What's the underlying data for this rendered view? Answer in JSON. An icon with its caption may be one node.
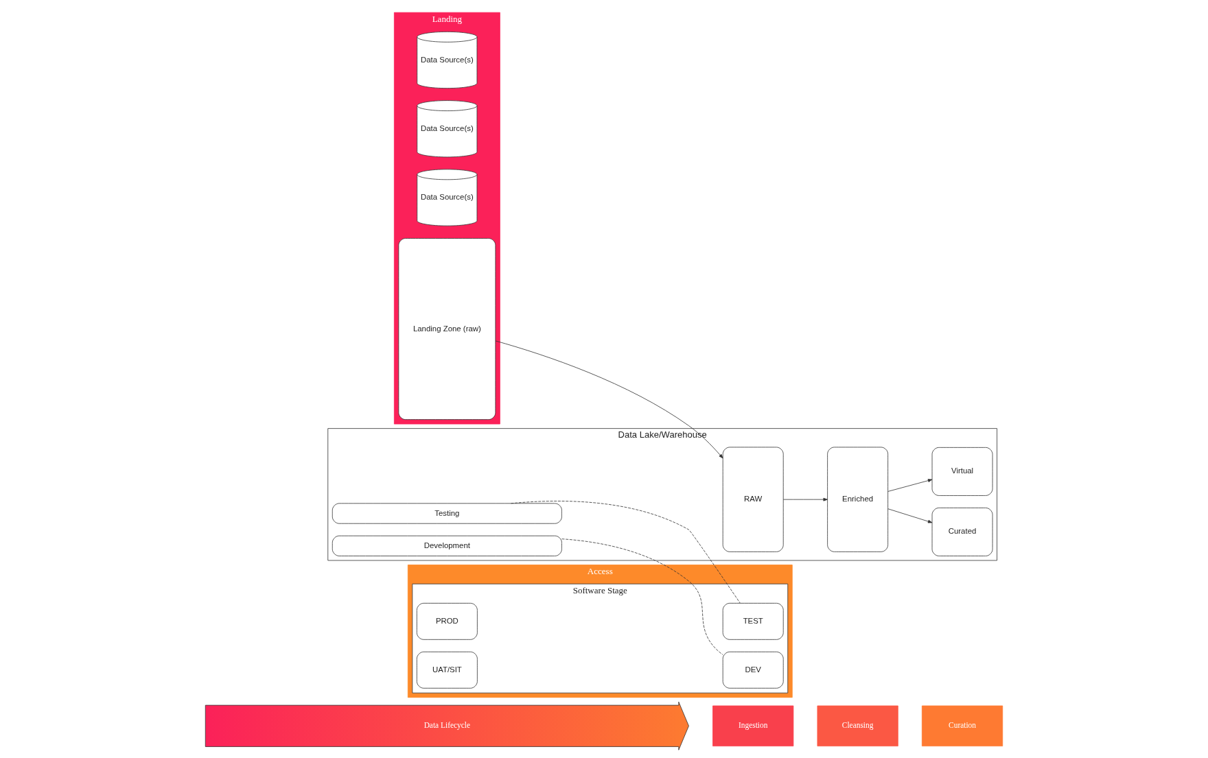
{
  "diagram": {
    "nodes": [
      {
        "text": [
          "Data Lifecycle"
        ]
      },
      {
        "text": [
          "Landing"
        ]
      },
      {
        "text": [
          "Data Source(s)"
        ],
        "in": 1
      },
      {
        "text": [
          "Data Source(s)"
        ],
        "in": 1
      },
      {
        "text": [
          "Data Source(s)"
        ],
        "in": 1
      },
      {
        "text": [
          "Landing Zone (raw)"
        ],
        "in": 1
      },
      {
        "text": [
          "Ingestion"
        ]
      },
      {
        "text": [
          "Cleansing"
        ]
      },
      {
        "text": [
          "Curation"
        ]
      },
      {
        "text": [
          "Data Lake/Warehouse"
        ]
      },
      {
        "text": [
          "RAW"
        ],
        "in": 9
      },
      {
        "text": [
          "Enriched"
        ],
        "in": 9
      },
      {
        "text": [
          "Curated"
        ],
        "in": 9
      },
      {
        "text": [
          "Virtual"
        ],
        "in": 9
      },
      {
        "text": [
          "Testing"
        ],
        "in": 9
      },
      {
        "text": [
          "Development"
        ],
        "in": 9
      },
      {
        "text": [
          "Access"
        ]
      },
      {
        "text": [
          "Software Stage"
        ],
        "in": 16
      },
      {
        "text": [
          "PROD"
        ],
        "in": 17
      },
      {
        "text": [
          "UAT/SIT"
        ],
        "in": 17
      },
      {
        "text": [
          "TEST"
        ],
        "in": 17
      },
      {
        "text": [
          "DEV"
        ],
        "in": 17
      }
    ],
    "edges": [
      {
        "from": 5,
        "to": 10,
        "arrow": "to"
      },
      {
        "from": 10,
        "to": 11,
        "arrow": "to"
      },
      {
        "from": 11,
        "to": 12,
        "arrow": "to"
      },
      {
        "from": 11,
        "to": 13,
        "arrow": "to"
      },
      {
        "from": 14,
        "to": 20,
        "arrow": "none",
        "style": "dashed"
      },
      {
        "from": 15,
        "to": 21,
        "arrow": "none",
        "style": "dashed"
      }
    ]
  }
}
